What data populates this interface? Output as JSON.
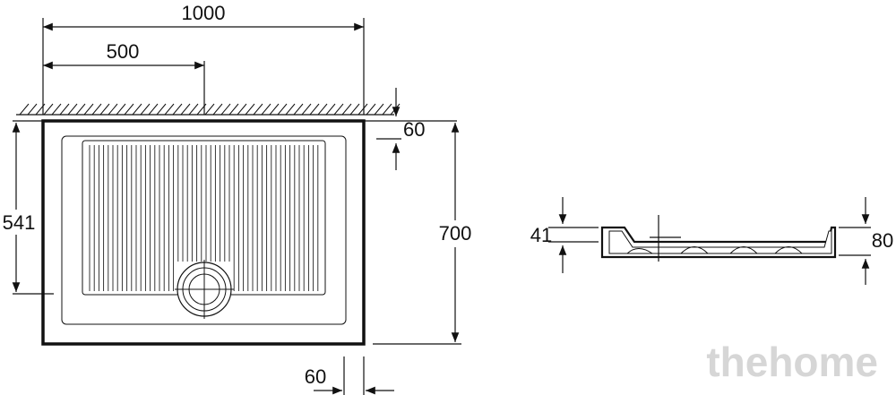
{
  "dimensions": {
    "overall_width": "1000",
    "drain_offset": "500",
    "rim_top": "60",
    "inner_length": "541",
    "overall_length": "700",
    "rim_bottom": "60",
    "section_depth": "41",
    "section_height": "80"
  },
  "watermark": "thehome"
}
